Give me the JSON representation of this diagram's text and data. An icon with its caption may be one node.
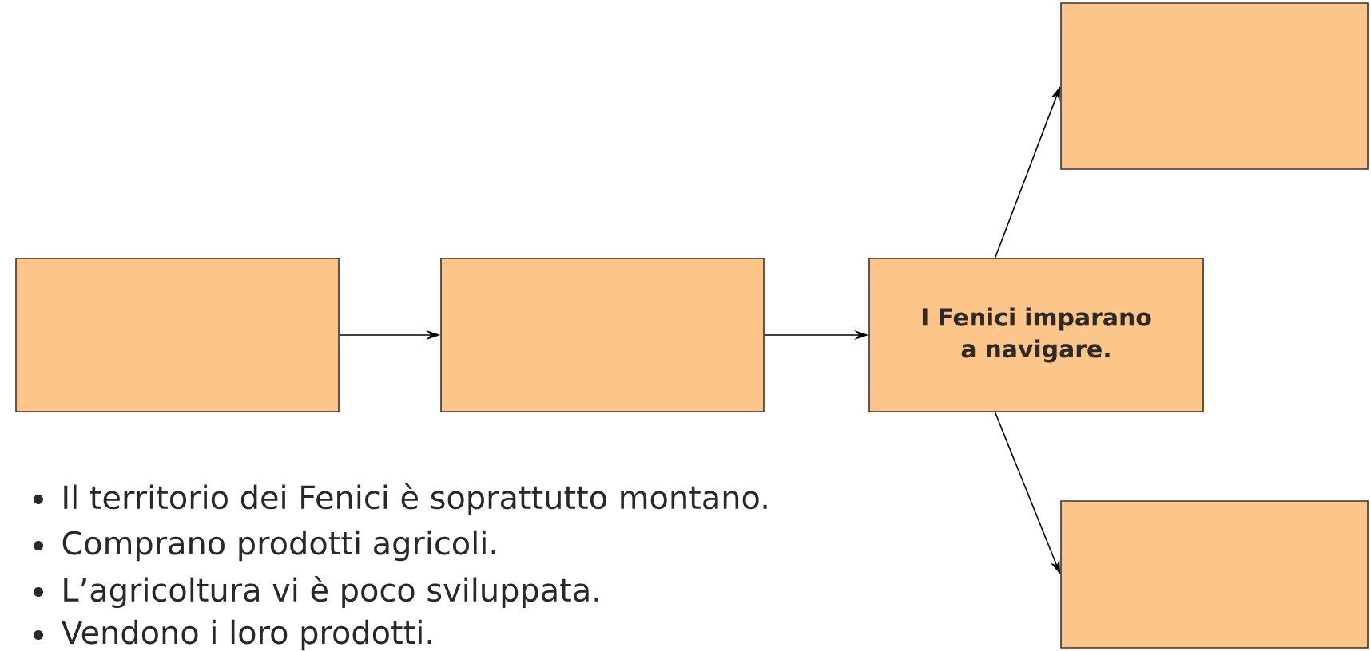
{
  "diagram": {
    "nodes": [
      {
        "text": [],
        "shape": "box"
      },
      {
        "text": [],
        "shape": "box"
      },
      {
        "text": [
          "I Fenici imparano a navigare."
        ]
      },
      {
        "text": [],
        "shape": "box"
      },
      {
        "text": [],
        "shape": "box"
      }
    ],
    "edges": [
      {
        "from": 0,
        "to": 1,
        "arrow": "to"
      },
      {
        "from": 1,
        "to": 2,
        "arrow": "to"
      },
      {
        "from": 2,
        "to": 3,
        "arrow": "to"
      },
      {
        "from": 2,
        "to": 4,
        "arrow": "to"
      }
    ],
    "labels": [
      "Il territorio dei Fenici è soprattutto montano.",
      "Comprano prodotti agricoli.",
      "L’agricoltura vi è poco sviluppata.",
      "Vendono i loro prodotti."
    ]
  }
}
